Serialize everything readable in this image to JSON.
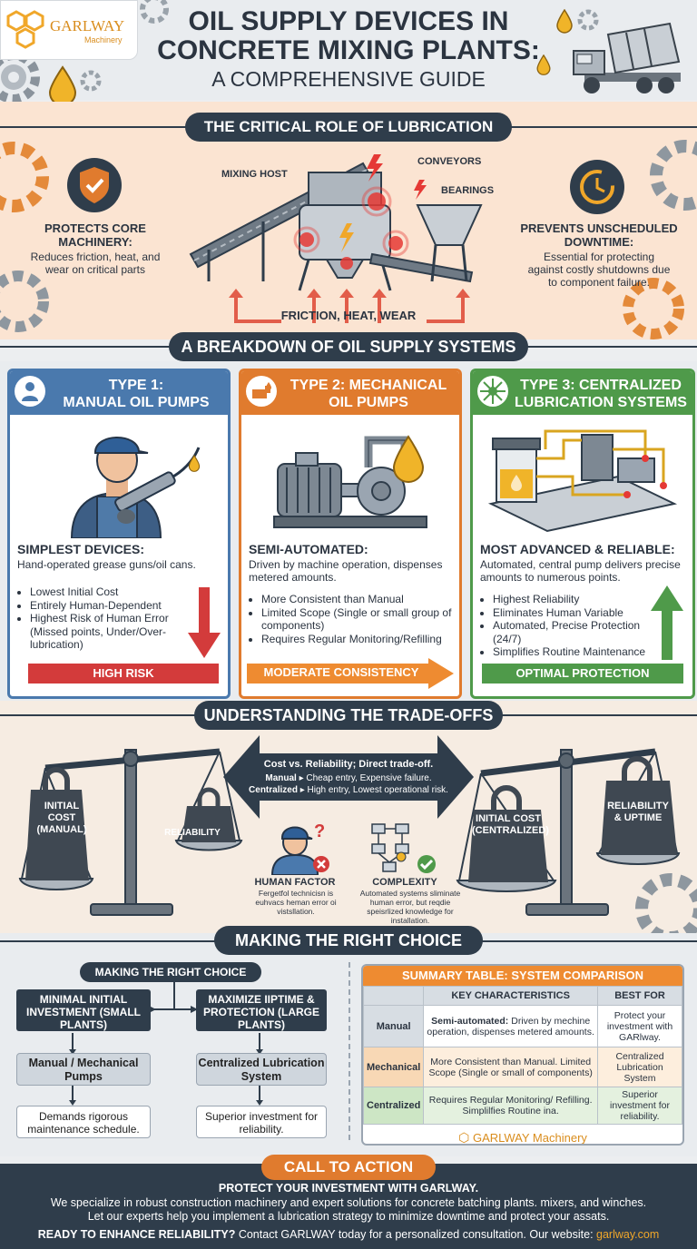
{
  "brand": {
    "name": "GARLWAY",
    "sub": "Machinery"
  },
  "title": {
    "line1": "OIL SUPPLY DEVICES IN",
    "line2": "CONCRETE MIXING PLANTS:",
    "line3": "A COMPREHENSIVE GUIDE"
  },
  "lubrication": {
    "heading": "THE CRITICAL ROLE OF LUBRICATION",
    "left_title": "PROTECTS CORE MACHINERY:",
    "left_text": "Reduces friction, heat, and wear on critical parts",
    "right_title": "PREVENTS UNSCHEDULED DOWNTIME:",
    "right_text": "Essential for protecting against costly shutdowns due to component failure.",
    "labels": {
      "mixing_host": "MIXING HOST",
      "conveyors": "CONVEYORS",
      "bearings": "BEARINGS"
    },
    "bottom": "FRICTION, HEAT, WEAR"
  },
  "breakdown": {
    "heading": "A BREAKDOWN OF OIL SUPPLY SYSTEMS",
    "types": [
      {
        "title1": "TYPE 1:",
        "title2": "MANUAL OIL PUMPS",
        "head": "SIMPLEST DEVICES:",
        "desc": "Hand-operated grease guns/oil cans.",
        "bullets": [
          "Lowest Initial Cost",
          "Entirely Human-Dependent",
          "Highest Risk of Human Error (Missed points, Under/Over-lubrication)"
        ],
        "badge": "HIGH RISK",
        "color": "#4a79ad",
        "badge_color": "#d33b3b"
      },
      {
        "title1": "TYPE 2: MECHANICAL",
        "title2": "OIL PUMPS",
        "head": "SEMI-AUTOMATED:",
        "desc": "Driven by machine operation, dispenses metered amounts.",
        "bullets": [
          "More Consistent than Manual",
          "Limited Scope (Single or small group of components)",
          "Requires Regular Monitoring/Refilling"
        ],
        "badge": "MODERATE CONSISTENCY",
        "color": "#e07b2e",
        "badge_color": "#ee8b31"
      },
      {
        "title1": "TYPE 3: CENTRALIZED",
        "title2": "LUBRICATION SYSTEMS",
        "head": "MOST ADVANCED & RELIABLE:",
        "desc": "Automated, central pump delivers precise amounts to numerous points.",
        "bullets": [
          "Highest Reliability",
          "Eliminates Human Variable",
          "Automated, Precise Protection (24/7)",
          "Simplifies Routine Maintenance"
        ],
        "badge": "OPTIMAL PROTECTION",
        "color": "#4f9a4a",
        "badge_color": "#4f9a4a"
      }
    ]
  },
  "tradeoffs": {
    "heading": "UNDERSTANDING THE TRADE-OFFS",
    "arrow_title": "Cost vs. Reliability; Direct trade-off.",
    "manual_label": "Manual",
    "manual_text": "Cheap entry, Expensive failure.",
    "central_label": "Centralized",
    "central_text": "High entry, Lowest operational risk.",
    "weights": {
      "initial_manual": "INITIAL COST (MANUAL)",
      "reliability": "RELIABILITY",
      "initial_central": "INITIAL COST (CENTRALIZED)",
      "reliability_uptime": "RELIABILITY & UPTIME"
    },
    "human_title": "HUMAN FACTOR",
    "human_text": "Fergetfol technicisn is euhvacs heman error oi vistsllation.",
    "complex_title": "COMPLEXITY",
    "complex_text": "Automated systems sliminate human error, but reqdie speisrlized knowledge for installation."
  },
  "choice": {
    "heading": "MAKING THE RIGHT CHOICE",
    "flow_title": "MAKING THE RIGHT CHOICE",
    "left_top": "MINIMAL INITIAL INVESTMENT (SMALL PLANTS)",
    "right_top": "MAXIMIZE IIPTIME & PROTECTION (LARGE PLANTS)",
    "left_mid": "Manual / Mechanical Pumps",
    "right_mid": "Centralized Lubrication System",
    "left_bottom": "Demands rigorous maintenance schedule.",
    "right_bottom": "Superior investment for reliability.",
    "table_title": "SUMMARY TABLE: SYSTEM COMPARISON",
    "col1": "KEY CHARACTERISTICS",
    "col2": "BEST FOR",
    "rows": [
      {
        "name": "Manual",
        "char_bold": "Semi-automated:",
        "char": "Driven by mechine operation, dispenses metered amounts.",
        "best": "Protect your investment with GARlway."
      },
      {
        "name": "Mechanical",
        "char_bold": "",
        "char": "More Consistent than Manual. Limited Scope (Single or small of components)",
        "best": "Centralized Lubrication System"
      },
      {
        "name": "Centralized",
        "char_bold": "",
        "char": "Requires Regular Monitoring/ Refilling. Simplilfies Routine ina.",
        "best": "Superior investment for reliability."
      }
    ],
    "table_brand": "GARLWAY Machinery"
  },
  "cta": {
    "heading": "CALL TO ACTION",
    "line1": "PROTECT YOUR INVESTMENT WITH GARLWAY.",
    "line2": "We specialize in robust construction machinery and expert solutions for concrete batching plants. mixers, and winches.",
    "line3": "Let our experts help you implement a lubrication strategy to minimize downtime and protect your assats.",
    "line4_bold": "READY TO ENHANCE RELIABILITY?",
    "line4": " Contact GARLWAY today for a personalized consultation. Our website: ",
    "link": "garlway.com"
  },
  "colors": {
    "navy": "#2f3d4b",
    "orange": "#e07b2e",
    "blue": "#4a79ad",
    "green": "#4f9a4a",
    "red": "#d33b3b"
  }
}
